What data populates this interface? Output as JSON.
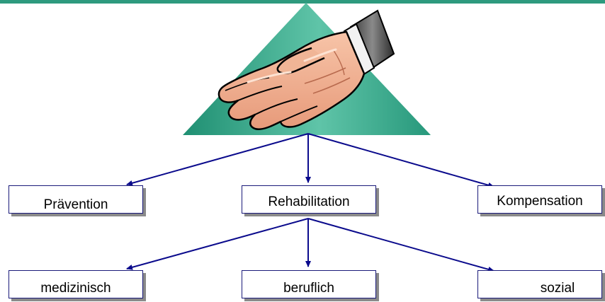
{
  "diagram": {
    "top": {
      "shape": "triangle",
      "icon": "open-hand-icon",
      "color": "#2e9a7e"
    },
    "level1": [
      {
        "label": "Prävention"
      },
      {
        "label": "Rehabilitation"
      },
      {
        "label": "Kompensation"
      }
    ],
    "level2": [
      {
        "label": "medizinisch"
      },
      {
        "label": "beruflich"
      },
      {
        "label": "sozial"
      }
    ],
    "connector_color": "#0a0a8c"
  }
}
